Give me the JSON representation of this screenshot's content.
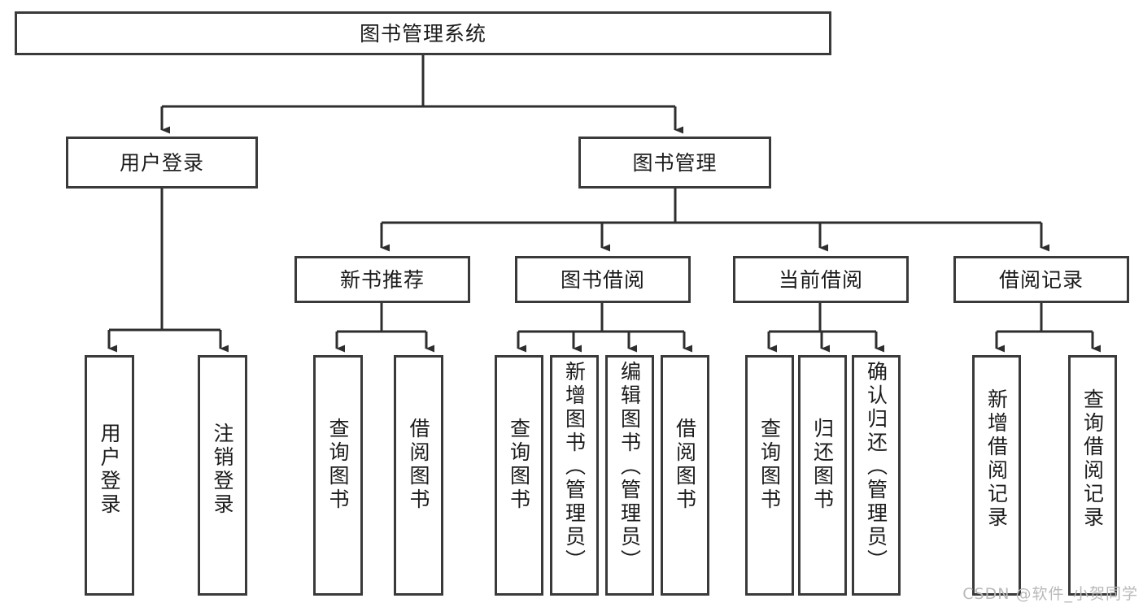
{
  "diagram": {
    "title_node": {
      "label": "图书管理系统"
    },
    "level2": [
      {
        "id": "user-login",
        "label": "用户登录"
      },
      {
        "id": "book-management",
        "label": "图书管理"
      }
    ],
    "level3": [
      {
        "id": "new-book-recommend",
        "label": "新书推荐"
      },
      {
        "id": "book-borrow",
        "label": "图书借阅"
      },
      {
        "id": "current-borrow",
        "label": "当前借阅"
      },
      {
        "id": "borrow-record",
        "label": "借阅记录"
      }
    ],
    "leaves": [
      {
        "id": "leaf-user-login",
        "label": "用户登录"
      },
      {
        "id": "leaf-logout-login",
        "label": "注销登录"
      },
      {
        "id": "leaf-query-book-1",
        "label": "查询图书"
      },
      {
        "id": "leaf-borrow-book-1",
        "label": "借阅图书"
      },
      {
        "id": "leaf-query-book-2",
        "label": "查询图书"
      },
      {
        "id": "leaf-add-book",
        "label": "新增图书（管理员）"
      },
      {
        "id": "leaf-edit-book",
        "label": "编辑图书（管理员）"
      },
      {
        "id": "leaf-borrow-book-2",
        "label": "借阅图书"
      },
      {
        "id": "leaf-query-book-3",
        "label": "查询图书"
      },
      {
        "id": "leaf-return-book",
        "label": "归还图书"
      },
      {
        "id": "leaf-confirm-return",
        "label": "确认归还（管理员）"
      },
      {
        "id": "leaf-add-borrow-record",
        "label": "新增借阅记录"
      },
      {
        "id": "leaf-query-borrow-record",
        "label": "查询借阅记录"
      }
    ]
  },
  "watermark": {
    "text": "CSDN @软件_小贺同学"
  },
  "colors": {
    "stroke": "#3a3a3a",
    "text": "#1b1b1b",
    "background": "#ffffff",
    "watermark": "#b9b9b9"
  }
}
